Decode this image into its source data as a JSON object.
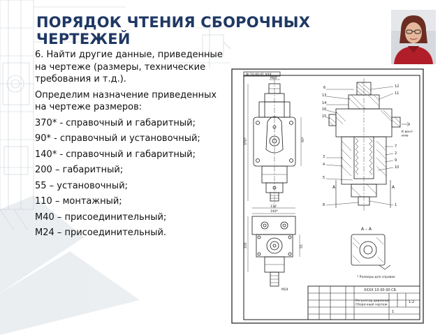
{
  "slide": {
    "title": "ПОРЯДОК ЧТЕНИЯ СБОРОЧНЫХ ЧЕРТЕЖЕЙ",
    "step": "6. Найти другие данные, приведенные на чертеже (размеры, технические требования и т.д.).",
    "intro": "Определим назначение приведенных на чертеже размеров:",
    "items": [
      "370* - справочный и габаритный;",
      "90* - справочный и установочный;",
      "140* - справочный и габаритный;",
      "200 – габаритный;",
      "55 – установочный;",
      "110 – монтажный;",
      "M40 – присоединительный;",
      "M24 – присоединительный."
    ]
  },
  "drawing": {
    "frame_code": "Я/ 10 00 01 ХХХ",
    "leader_numbers": [
      "6",
      "13",
      "14",
      "16",
      "15",
      "3",
      "4",
      "5",
      "8",
      "12",
      "11",
      "7",
      "2",
      "9",
      "10",
      "1"
    ],
    "side_note": "К вент-\nилю",
    "section_label": "А – А",
    "section_marks": [
      "А",
      "А"
    ],
    "footnote": "* Размеры для справок",
    "dim_labels": [
      "М40",
      "35",
      "370*",
      "90*",
      "140*",
      "55",
      "110",
      "200",
      "М24"
    ],
    "title_block": {
      "code": "ХХХХ 10 00 00 СБ",
      "name": "Регулятор давления\nСборочный чертеж",
      "scale": "1:2",
      "sheet": "1"
    }
  },
  "colors": {
    "title": "#1f3864",
    "text": "#111111",
    "line": "#1a1a1a",
    "blueprint": "#9aa7b4"
  }
}
